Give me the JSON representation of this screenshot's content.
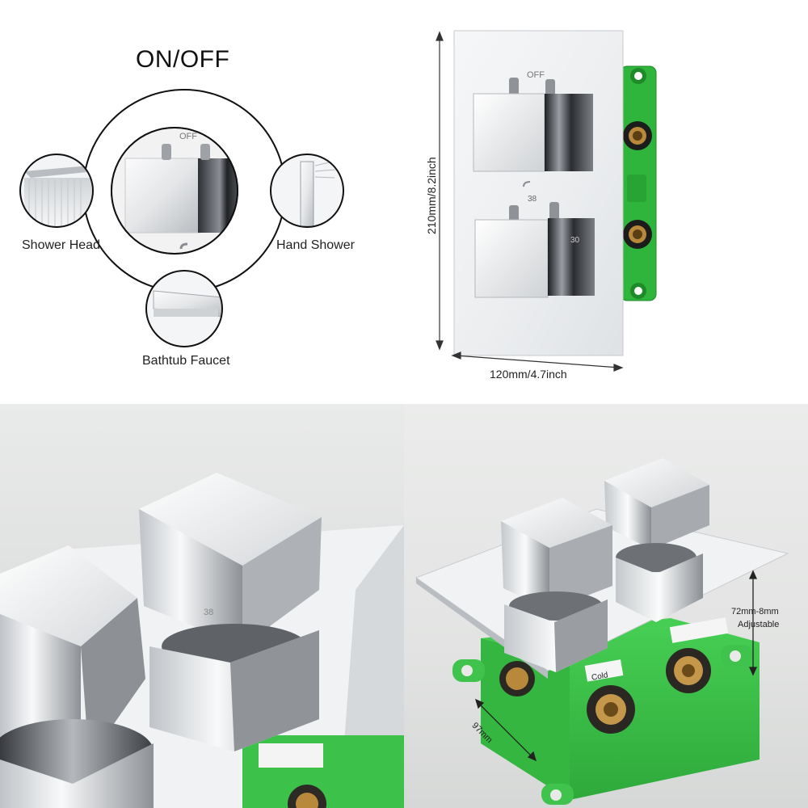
{
  "diagram": {
    "title": "ON/OFF",
    "knob_label": "OFF",
    "outputs": [
      {
        "label": "Shower Head"
      },
      {
        "label": "Hand Shower"
      },
      {
        "label": "Bathtub Faucet"
      }
    ]
  },
  "dimensions": {
    "height": "210mm/8.2inch",
    "width": "120mm/4.7inch",
    "plate_off_label": "OFF",
    "plate_temp_label": "38",
    "plate_temp_mark": "30"
  },
  "closeup": {
    "scale_label": "38"
  },
  "install": {
    "depth_adjust": "72mm-8mm",
    "adjust_label": "Adjustable",
    "box_depth": "97mm",
    "cold_label": "Cold"
  },
  "colors": {
    "chrome_light": "#f4f5f6",
    "chrome_dark": "#3a3d42",
    "box_green": "#3cc24a",
    "brass": "#b8893b"
  }
}
